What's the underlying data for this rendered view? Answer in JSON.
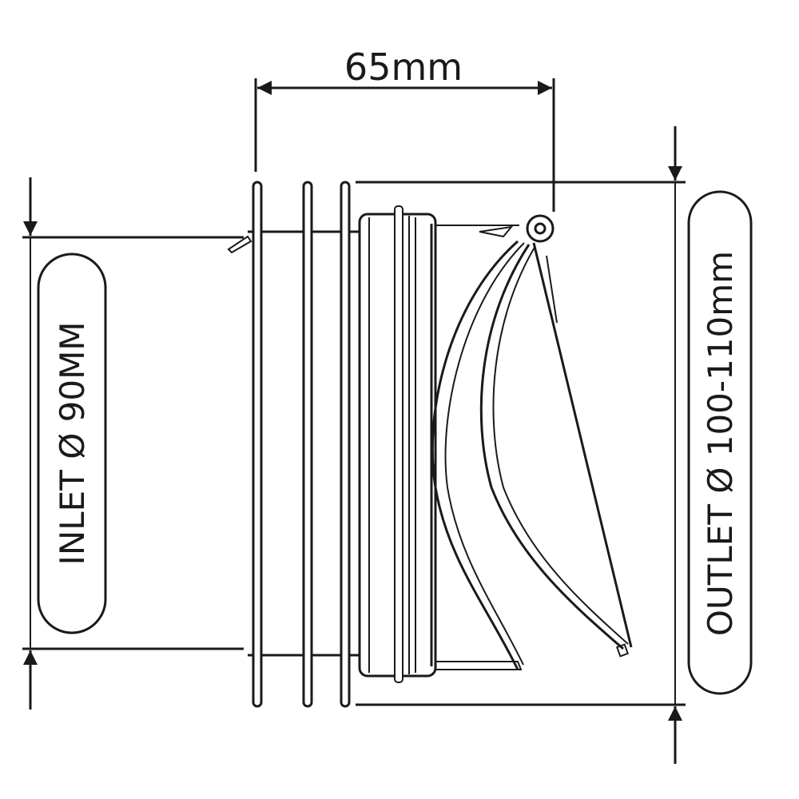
{
  "dimensions": {
    "length_label": "65mm",
    "inlet_label": "INLET Ø 90MM",
    "outlet_label": "OUTLET Ø 100-110mm"
  },
  "colors": {
    "line": "#1a1a1a",
    "background": "#ffffff"
  }
}
